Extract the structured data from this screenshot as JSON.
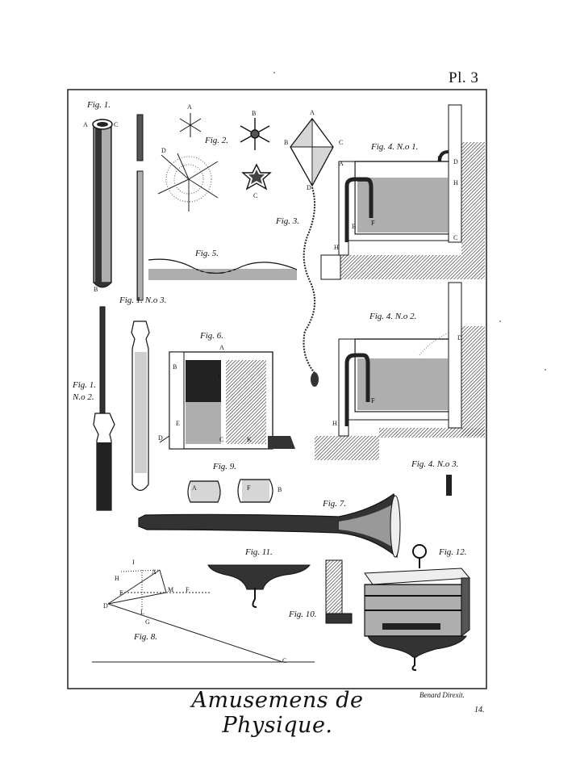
{
  "plate": {
    "number": "Pl. 3",
    "title": "Amusemens de Physique.",
    "engraver": "Benard Direxit.",
    "page": "14."
  },
  "figures": {
    "fig1": "Fig. 1.",
    "fig1_n3": "Fig. 1. N.o 3.",
    "fig1_n2_a": "Fig. 1.",
    "fig1_n2_b": "N.o 2.",
    "fig2": "Fig. 2.",
    "fig3": "Fig. 3.",
    "fig4_n1": "Fig. 4. N.o 1.",
    "fig4_n2": "Fig. 4. N.o 2.",
    "fig4_n3": "Fig. 4. N.o 3.",
    "fig5": "Fig. 5.",
    "fig6": "Fig. 6.",
    "fig7": "Fig. 7.",
    "fig8": "Fig. 8.",
    "fig9": "Fig. 9.",
    "fig10": "Fig. 10.",
    "fig11": "Fig. 11.",
    "fig12": "Fig. 12."
  },
  "letters": {
    "A": "A",
    "B": "B",
    "C": "C",
    "D": "D",
    "E": "E",
    "F": "F",
    "G": "G",
    "H": "H",
    "I": "I",
    "K": "K",
    "L": "L",
    "M": "M"
  }
}
